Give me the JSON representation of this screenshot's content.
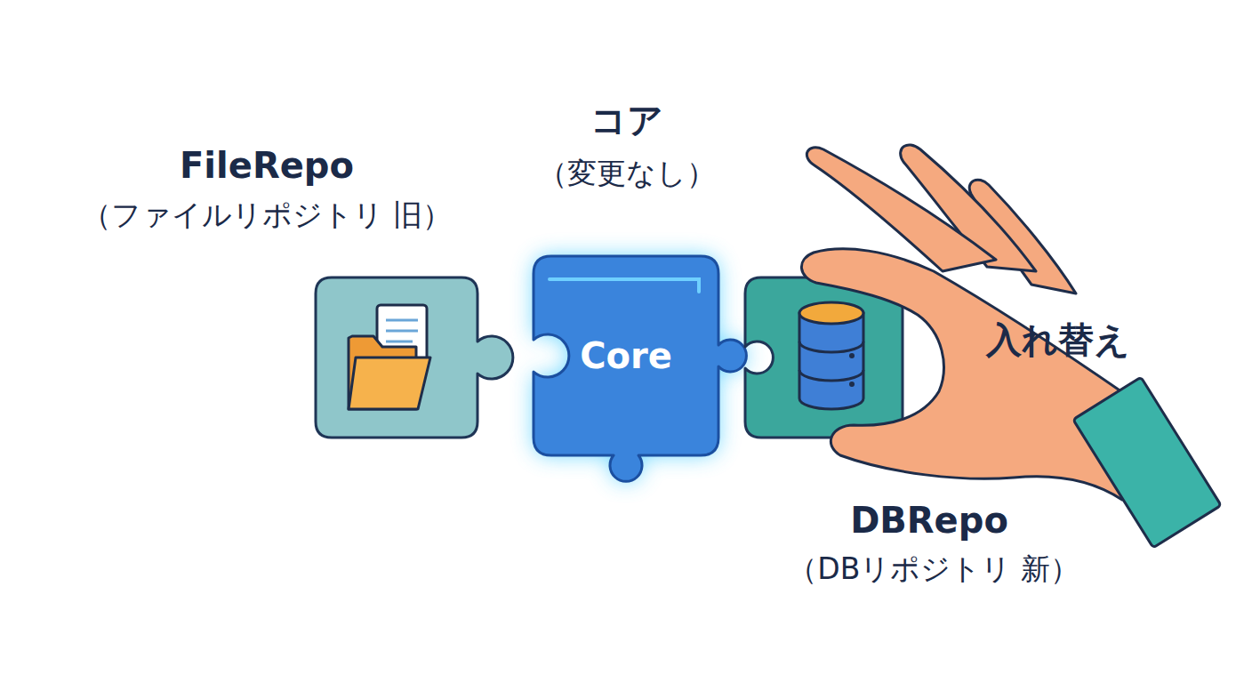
{
  "diagram": {
    "nodes": [
      {
        "text": [
          "FileRepo",
          "（ファイルリポジトリ 旧）"
        ]
      },
      {
        "text": [
          "コア",
          "（変更なし）",
          "Core"
        ]
      },
      {
        "text": [
          "DBRepo",
          "（DBリポジトリ 新）"
        ]
      }
    ],
    "labels": [
      "入れ替え"
    ]
  }
}
